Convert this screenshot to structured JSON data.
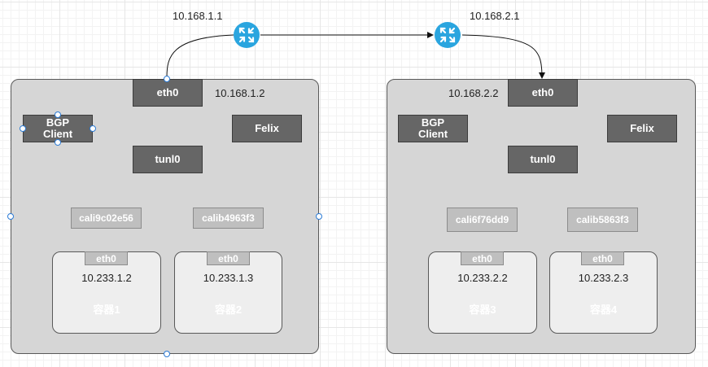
{
  "routers": [
    {
      "ip": "10.168.1.1",
      "icon": "router-icon"
    },
    {
      "ip": "10.168.2.1",
      "icon": "router-icon"
    }
  ],
  "hosts": [
    {
      "ip": "10.168.1.2",
      "eth0": "eth0",
      "bgp": "BGP\nClient",
      "felix": "Felix",
      "tunl": "tunl0",
      "veths": [
        "cali9c02e56",
        "calib4963f3"
      ],
      "containers": [
        {
          "tab": "eth0",
          "ip": "10.233.1.2",
          "name": "容器1"
        },
        {
          "tab": "eth0",
          "ip": "10.233.1.3",
          "name": "容器2"
        }
      ]
    },
    {
      "ip": "10.168.2.2",
      "eth0": "eth0",
      "bgp": "BGP\nClient",
      "felix": "Felix",
      "tunl": "tunl0",
      "veths": [
        "cali6f76dd9",
        "calib5863f3"
      ],
      "containers": [
        {
          "tab": "eth0",
          "ip": "10.233.2.2",
          "name": "容器3"
        },
        {
          "tab": "eth0",
          "ip": "10.233.2.3",
          "name": "容器4"
        }
      ]
    }
  ],
  "colors": {
    "router": "#2aa5df",
    "host_bg": "#d6d6d6",
    "dark_box": "#666666",
    "light_box": "#bfbfbf",
    "container_bg": "#eeeeee",
    "selection": "#2b7bd6"
  }
}
